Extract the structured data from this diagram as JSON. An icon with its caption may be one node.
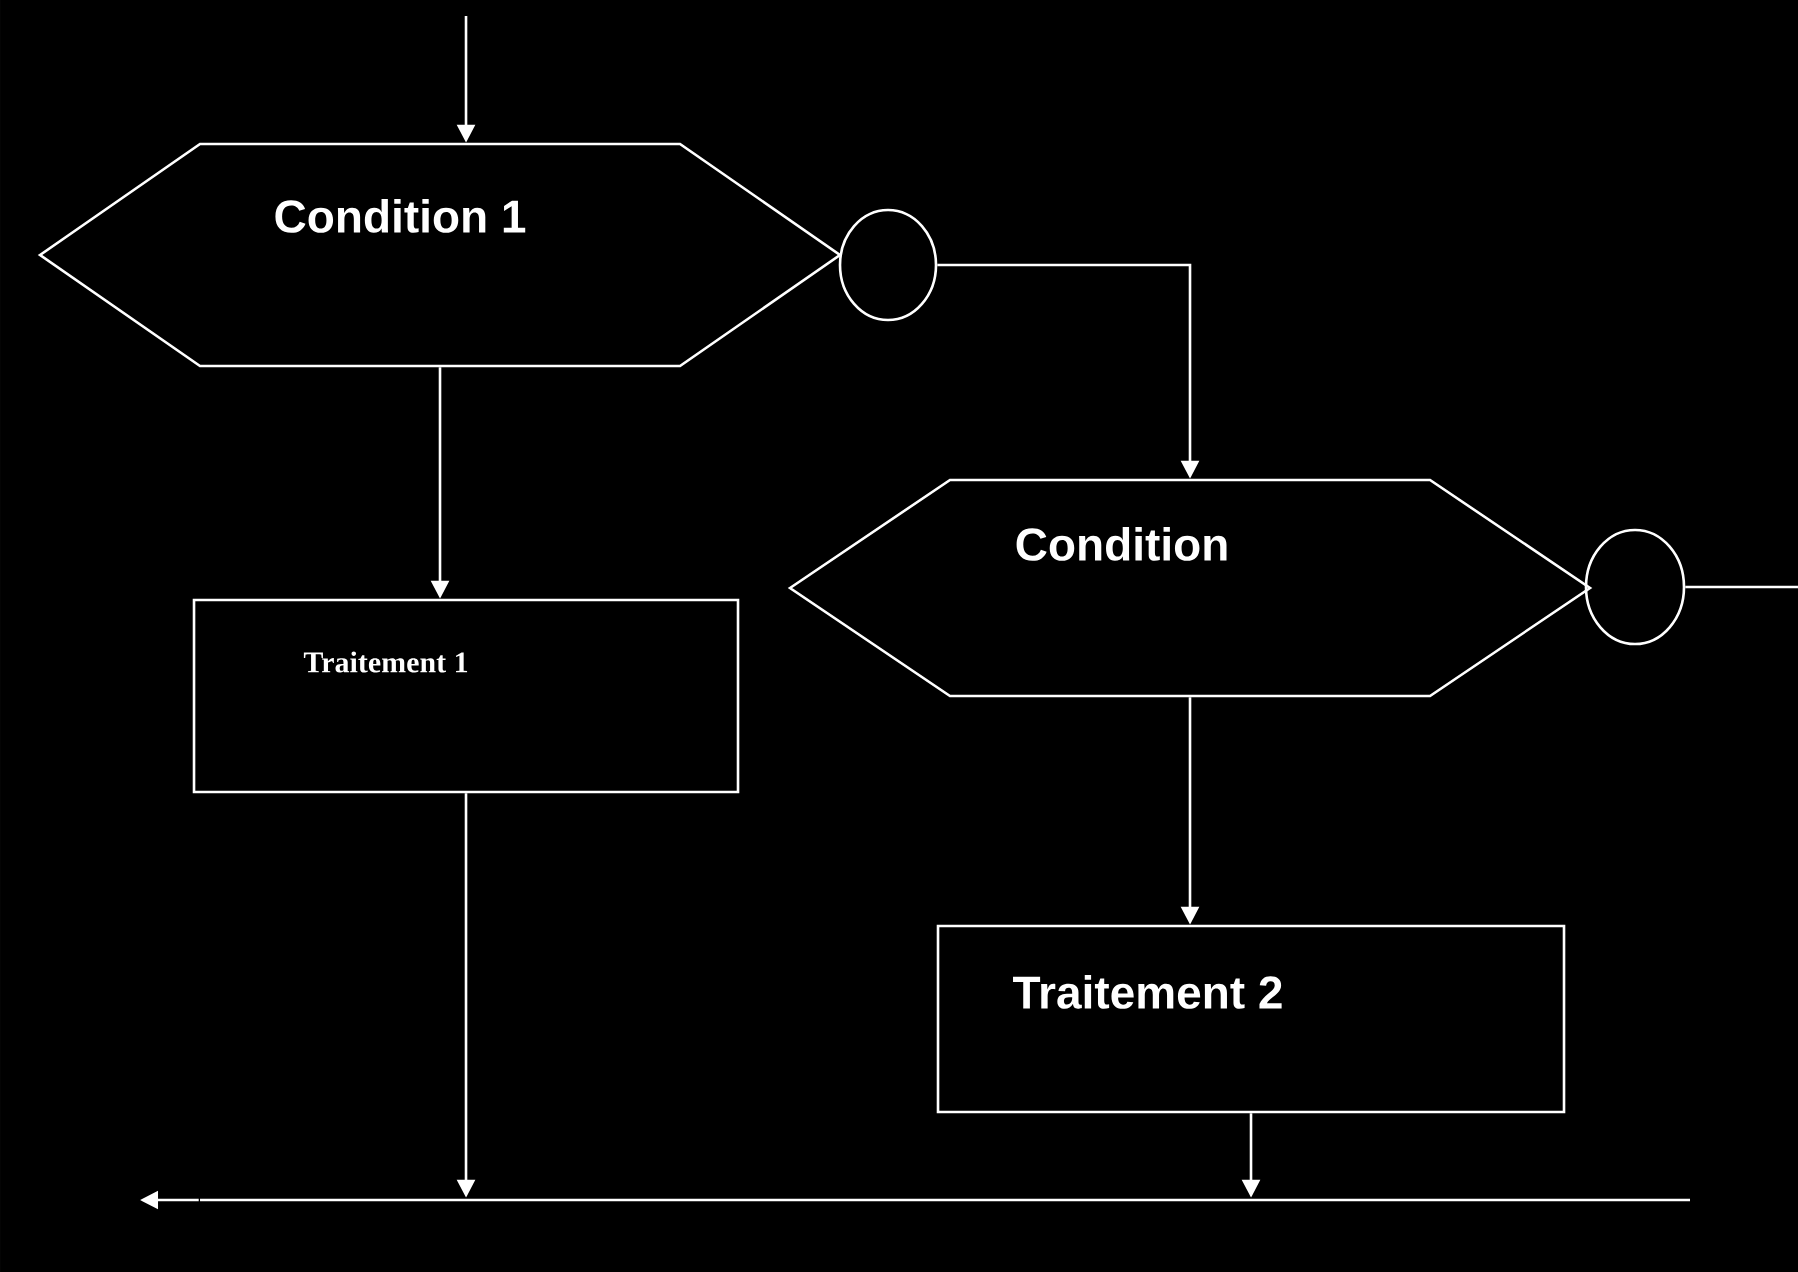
{
  "diagram": {
    "nodes": [
      {
        "text": [
          "Condition 1"
        ]
      },
      {
        "text": [],
        "shape": "circle"
      },
      {
        "text": [
          "Condition"
        ]
      },
      {
        "text": [],
        "shape": "circle"
      },
      {
        "text": [
          "Traitement 1"
        ]
      },
      {
        "text": [
          "Traitement 2"
        ]
      },
      {
        "text": [],
        "shape": "bar"
      }
    ],
    "edges": [
      {
        "from": null,
        "to": 0,
        "arrow": "to"
      },
      {
        "from": 0,
        "to": 4,
        "arrow": "to"
      },
      {
        "from": 1,
        "to": 2,
        "arrow": "to"
      },
      {
        "from": 3,
        "to": null,
        "arrow": "none"
      },
      {
        "from": 2,
        "to": 5,
        "arrow": "to"
      },
      {
        "from": 4,
        "to": 6,
        "arrow": "to"
      },
      {
        "from": 5,
        "to": 6,
        "arrow": "to"
      },
      {
        "from": 6,
        "to": null,
        "arrow": "to"
      }
    ]
  }
}
